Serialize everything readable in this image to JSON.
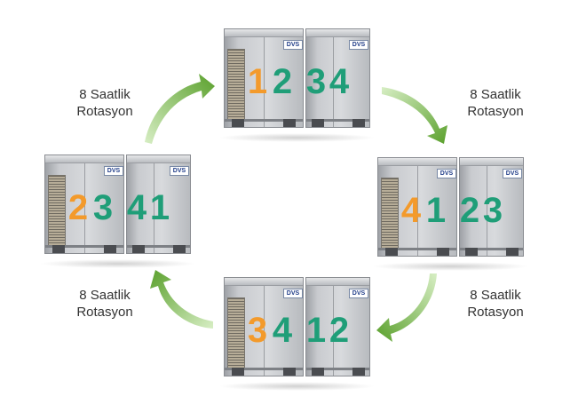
{
  "colors": {
    "orange": "#f39a2b",
    "green": "#1f9e78",
    "arrow_dark": "#5aa02c",
    "arrow_light": "#d7eec4"
  },
  "rotation_label": {
    "line1": "8 Saatlik",
    "line2": "Rotasyon"
  },
  "logo_text": "DVS",
  "units": [
    {
      "id": "top",
      "digits": [
        "1",
        "2",
        "3",
        "4"
      ]
    },
    {
      "id": "right",
      "digits": [
        "4",
        "1",
        "2",
        "3"
      ]
    },
    {
      "id": "bottom",
      "digits": [
        "3",
        "4",
        "1",
        "2"
      ]
    },
    {
      "id": "left",
      "digits": [
        "2",
        "3",
        "4",
        "1"
      ]
    }
  ]
}
